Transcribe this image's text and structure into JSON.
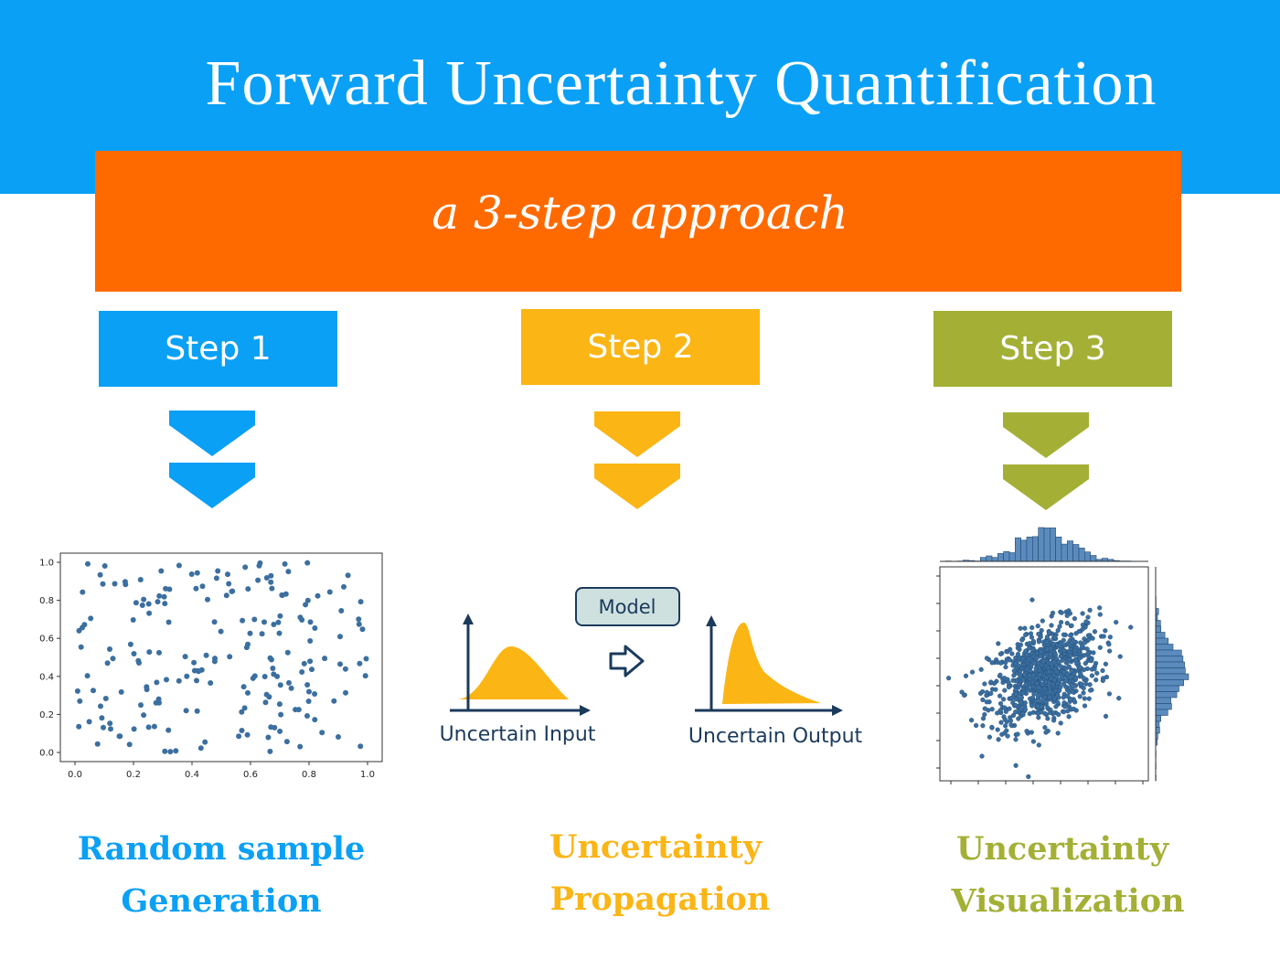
{
  "title": "Forward Uncertainty Quantification",
  "subtitle": "a 3-step approach",
  "colors": {
    "header": "#0aa0f5",
    "subtitle_bar": "#ff6a00",
    "step1": "#0aa0f5",
    "step2": "#fbb515",
    "step3": "#a3b035",
    "scatter": "#3b6fa0"
  },
  "steps": [
    {
      "label": "Step 1",
      "caption_line1": "Random sample",
      "caption_line2": "Generation"
    },
    {
      "label": "Step 2",
      "caption_line1": "Uncertainty",
      "caption_line2": "Propagation"
    },
    {
      "label": "Step 3",
      "caption_line1": "Uncertainty",
      "caption_line2": "Visualization"
    }
  ],
  "scatter_plot": {
    "x_ticks": [
      "0.0",
      "0.2",
      "0.4",
      "0.6",
      "0.8",
      "1.0"
    ],
    "y_ticks": [
      "0.0",
      "0.2",
      "0.4",
      "0.6",
      "0.8",
      "1.0"
    ],
    "xlim": [
      0,
      1
    ],
    "ylim": [
      0,
      1
    ]
  },
  "propagation": {
    "model_label": "Model",
    "input_label": "Uncertain Input",
    "output_label": "Uncertain Output",
    "arrow_icon": "hollow-right-arrow-icon"
  }
}
